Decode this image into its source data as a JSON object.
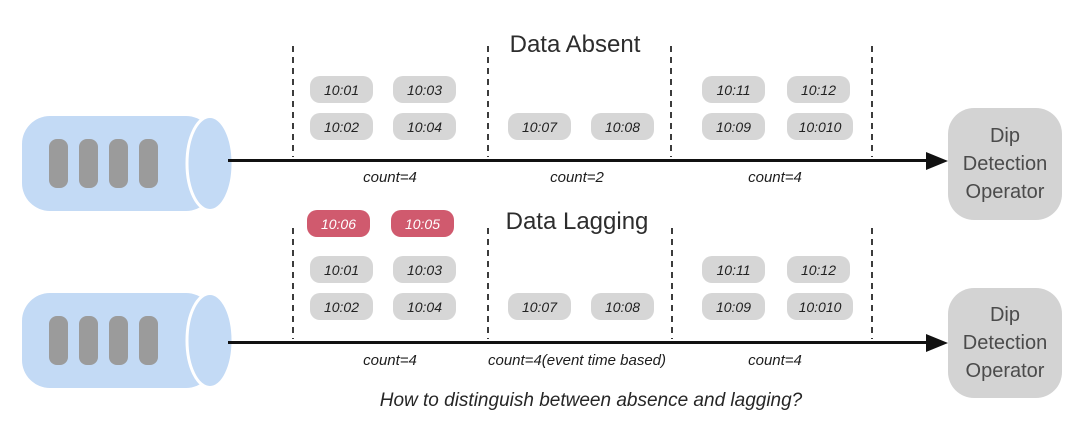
{
  "caption": "How to distinguish between absence and lagging?",
  "sections": {
    "absent": {
      "title": "Data Absent",
      "window1": [
        "10:01",
        "10:03",
        "10:02",
        "10:04"
      ],
      "window2": [
        "10:07",
        "10:08"
      ],
      "window3": [
        "10:11",
        "10:12",
        "10:09",
        "10:010"
      ],
      "counts": [
        "count=4",
        "count=2",
        "count=4"
      ],
      "operator": [
        "Dip",
        "Detection",
        "Operator"
      ]
    },
    "lagging": {
      "title": "Data Lagging",
      "late": [
        "10:06",
        "10:05"
      ],
      "window1": [
        "10:01",
        "10:03",
        "10:02",
        "10:04"
      ],
      "window2": [
        "10:07",
        "10:08"
      ],
      "window3": [
        "10:11",
        "10:12",
        "10:09",
        "10:010"
      ],
      "counts": [
        "count=4",
        "count=4(event time based)",
        "count=4"
      ],
      "operator": [
        "Dip",
        "Detection",
        "Operator"
      ]
    }
  },
  "colors": {
    "pill_gray": "#d6d6d6",
    "pill_text": "#222222",
    "pill_red": "#d05a6e",
    "cylinder_blue": "#c3daf5",
    "cylinder_bar": "#9b9b9b",
    "operator_gray": "#d3d3d3",
    "operator_text": "#4b4b4b",
    "arrow_color": "#111111",
    "dash_color": "#3c3c3c",
    "title_text": "#2d2d2d",
    "count_text": "#1d1d1d",
    "caption_text": "#262626"
  }
}
